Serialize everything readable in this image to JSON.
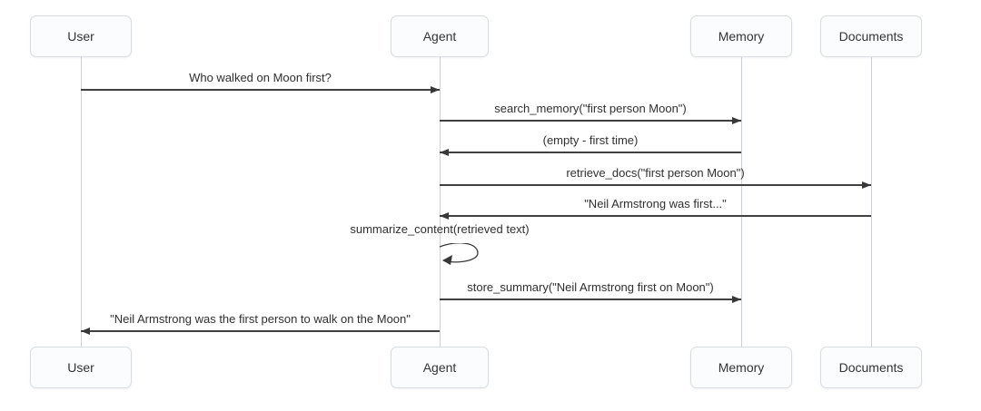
{
  "diagram": {
    "type": "sequence-diagram",
    "actors": [
      {
        "id": "user",
        "label": "User"
      },
      {
        "id": "agent",
        "label": "Agent"
      },
      {
        "id": "memory",
        "label": "Memory"
      },
      {
        "id": "documents",
        "label": "Documents"
      }
    ],
    "messages": [
      {
        "from": "User",
        "to": "Agent",
        "text": "Who walked on Moon first?",
        "style": "solid-arrow"
      },
      {
        "from": "Agent",
        "to": "Memory",
        "text": "search_memory(\"first person Moon\")",
        "style": "solid-arrow"
      },
      {
        "from": "Memory",
        "to": "Agent",
        "text": "(empty - first time)",
        "style": "solid-arrow"
      },
      {
        "from": "Agent",
        "to": "Documents",
        "text": "retrieve_docs(\"first person Moon\")",
        "style": "solid-arrow"
      },
      {
        "from": "Documents",
        "to": "Agent",
        "text": "\"Neil Armstrong was first...\"",
        "style": "solid-arrow"
      },
      {
        "from": "Agent",
        "to": "Agent",
        "text": "summarize_content(retrieved text)",
        "style": "self-loop"
      },
      {
        "from": "Agent",
        "to": "Memory",
        "text": "store_summary(\"Neil Armstrong first on Moon\")",
        "style": "solid-arrow"
      },
      {
        "from": "Agent",
        "to": "User",
        "text": "\"Neil Armstrong was the first person to walk on the Moon\"",
        "style": "solid-arrow"
      }
    ],
    "colors": {
      "background": "#ffffff",
      "actor_fill": "#fbfcfd",
      "actor_border": "#d7dce3",
      "lifeline": "#ccd1d7",
      "arrow": "#383838",
      "text": "#2f2f2f"
    }
  }
}
